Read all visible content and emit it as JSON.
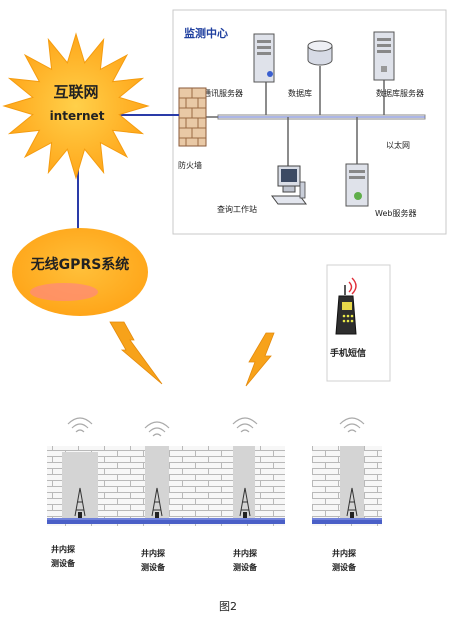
{
  "internet": {
    "line1": "互联网",
    "line2": "internet"
  },
  "gprs": {
    "label": "无线GPRS系统"
  },
  "monitor_center": {
    "title": "监测中心",
    "comm_server": "通讯服务器",
    "database": "数据库",
    "db_server": "数据库服务器",
    "firewall": "防火墙",
    "ethernet": "以太网",
    "query_station": "查询工作站",
    "web_server": "Web服务器"
  },
  "sms": {
    "label": "手机短信"
  },
  "wells": [
    {
      "label_line1": "井内探",
      "label_line2": "测设备"
    },
    {
      "label_line1": "井内探",
      "label_line2": "测设备"
    },
    {
      "label_line1": "井内探",
      "label_line2": "测设备"
    },
    {
      "label_line1": "井内探",
      "label_line2": "测设备"
    }
  ],
  "caption": "图2",
  "colors": {
    "starburst_fill": "#FFA316",
    "starburst_core": "#FFD04A",
    "link_blue": "#2A3BA8",
    "monitor_title": "#1F3F9F",
    "lightning": "#F7A21A",
    "pipe_blue": "#4A5FC7"
  }
}
